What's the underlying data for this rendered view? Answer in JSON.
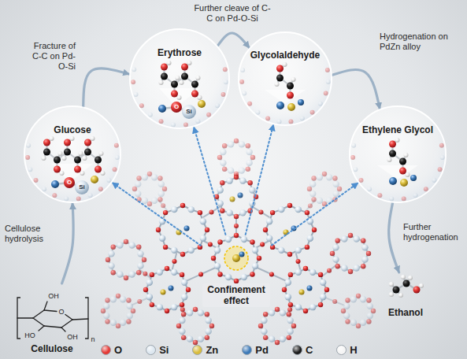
{
  "diagram": {
    "nodes": [
      {
        "text": [
          "Cellulose"
        ]
      },
      {
        "text": [
          "Glucose"
        ]
      },
      {
        "text": [
          "Erythrose"
        ]
      },
      {
        "text": [
          "Glycolaldehyde"
        ]
      },
      {
        "text": [
          "Ethylene Glycol"
        ]
      },
      {
        "text": [
          "Ethanol"
        ]
      },
      {
        "text": [
          "Confinement effect"
        ]
      }
    ],
    "edges": [
      {
        "from": 0,
        "to": 1,
        "arrow": "to",
        "label": "Cellulose hydrolysis"
      },
      {
        "from": 1,
        "to": 2,
        "arrow": "to",
        "label": "Fracture of C-C on Pd-O-Si"
      },
      {
        "from": 2,
        "to": 3,
        "arrow": "to",
        "label": "Further cleave of C-C on Pd-O-Si"
      },
      {
        "from": 3,
        "to": 4,
        "arrow": "to",
        "label": "Hydrogenation on PdZn alloy"
      },
      {
        "from": 4,
        "to": 5,
        "arrow": "to",
        "label": "Further hydrogenation"
      },
      {
        "from": 6,
        "to": 1,
        "arrow": "to"
      },
      {
        "from": 6,
        "to": 2,
        "arrow": "to"
      },
      {
        "from": 6,
        "to": 3,
        "arrow": "to"
      },
      {
        "from": 6,
        "to": 4,
        "arrow": "to"
      }
    ],
    "labels": [
      "O",
      "Si",
      "O",
      "Si",
      "OH",
      "O",
      "HO",
      "OH",
      "n"
    ],
    "legend": [
      {
        "text": "O",
        "color": "#e53935"
      },
      {
        "text": "Si",
        "color": "#dde7f0"
      },
      {
        "text": "Zn",
        "color": "#d9bc3c"
      },
      {
        "text": "Pd",
        "color": "#3d7ab8"
      },
      {
        "text": "C",
        "color": "#1b1b1b"
      },
      {
        "text": "H",
        "color": "#f5f5f5"
      }
    ]
  }
}
